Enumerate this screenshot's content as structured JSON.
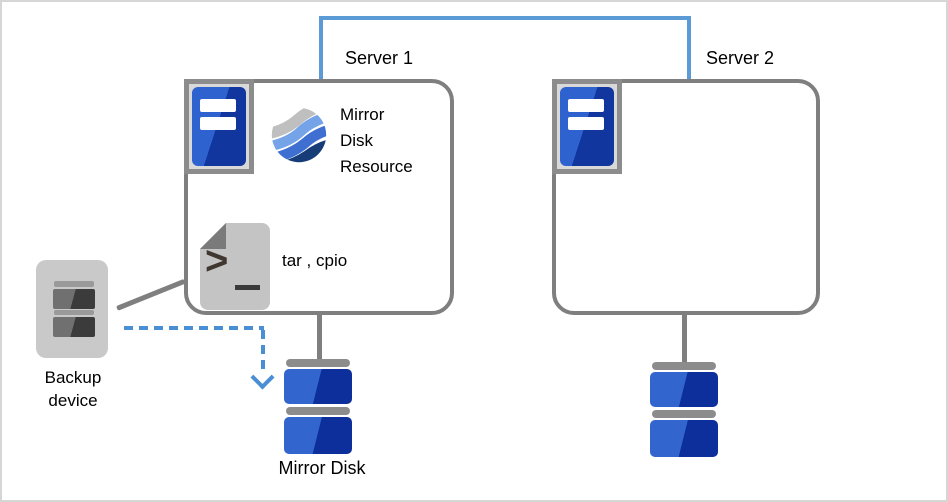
{
  "colors": {
    "link_blue": "#5B9BD5",
    "arrow_blue": "#4A8FD3",
    "border_gray": "#7F7F7F",
    "icon_frame_gray": "#8C8C8C",
    "device_gray": "#C9C9C9",
    "disk_blue": "#3365CF",
    "disk_navy": "#0D2F9B",
    "server_icon_blue": "#2E62CE"
  },
  "icons": {
    "server": "server-tower-icon",
    "mirror_disk_resource": "globe-waves-icon",
    "backup_script": "script-terminal-icon",
    "backup_device": "backup-device-icon",
    "mirror_disk": "disk-stack-icon",
    "arrow": "dashed-arrow-down-icon"
  },
  "servers": [
    {
      "label": "Server 1"
    },
    {
      "label": "Server 2"
    }
  ],
  "mirror_disk_resource": {
    "lines": [
      "Mirror",
      "Disk",
      "Resource"
    ]
  },
  "backup_tools": {
    "label": "tar , cpio"
  },
  "backup_device": {
    "lines": [
      "Backup",
      "device"
    ]
  },
  "mirror_disk": {
    "label": "Mirror Disk"
  }
}
